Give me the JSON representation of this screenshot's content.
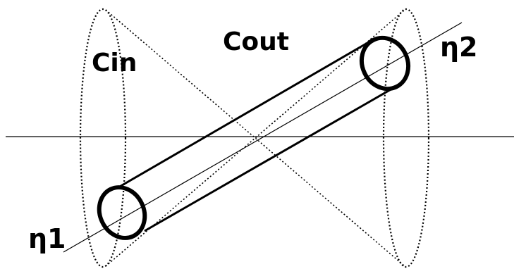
{
  "labels": {
    "cin": "Cin",
    "cout": "Cout",
    "eta2": "η2",
    "eta1": "η1"
  },
  "colors": {
    "background": "#ffffff",
    "stroke": "#000000"
  }
}
